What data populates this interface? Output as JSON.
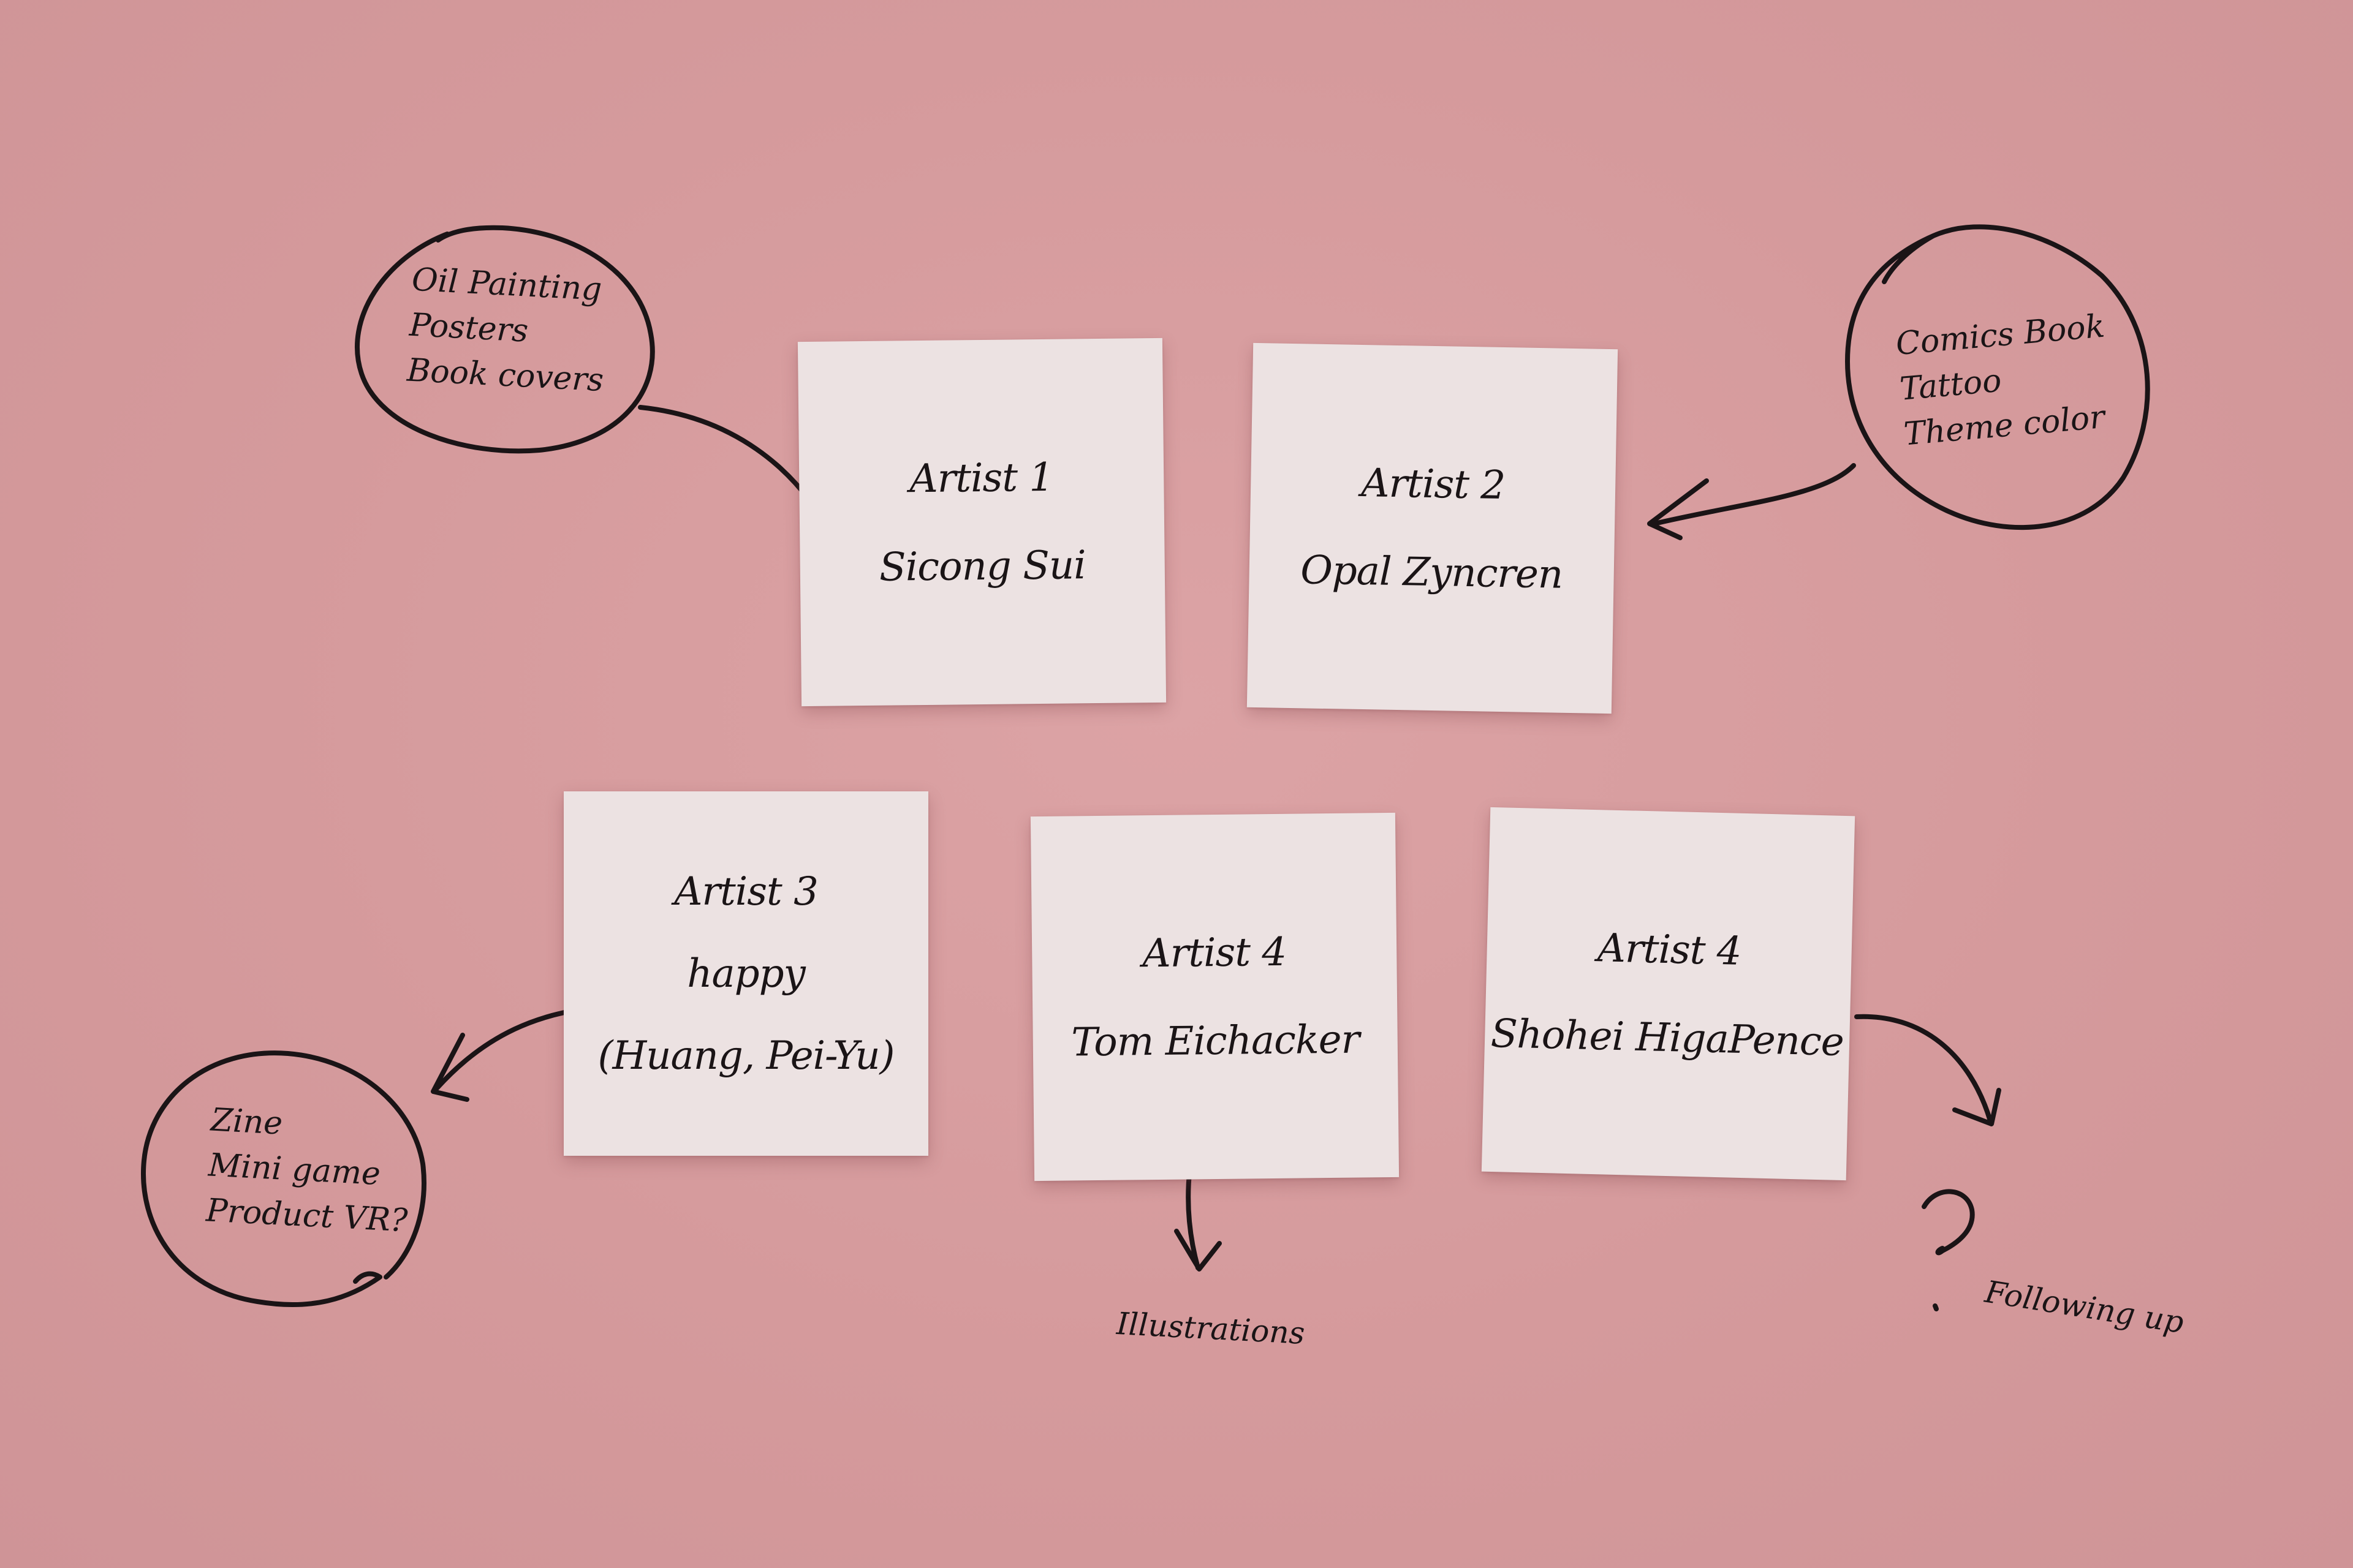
{
  "notes": [
    {
      "title": "Artist 1",
      "name": "Sicong Sui"
    },
    {
      "title": "Artist 2",
      "name": "Opal Zyncren"
    },
    {
      "title": "Artist 3",
      "name": "happy",
      "extra": "(Huang, Pei-Yu)"
    },
    {
      "title": "Artist 4",
      "name": "Tom Eichacker"
    },
    {
      "title": "Artist 4",
      "name": "Shohei HigaPence"
    }
  ],
  "bubbles": [
    {
      "lines": [
        "Oil Painting",
        "Posters",
        "Book covers"
      ]
    },
    {
      "lines": [
        "Comics Book",
        "Tattoo",
        "Theme color"
      ]
    },
    {
      "lines": [
        "Zine",
        "Mini game",
        "Product VR?"
      ]
    }
  ],
  "labels": {
    "illustrations": "Illustrations",
    "question_mark": "?",
    "following_up": "Following up"
  },
  "colors": {
    "background": "#d59a9c",
    "note": "#ece2e2",
    "ink": "#1a1416"
  }
}
